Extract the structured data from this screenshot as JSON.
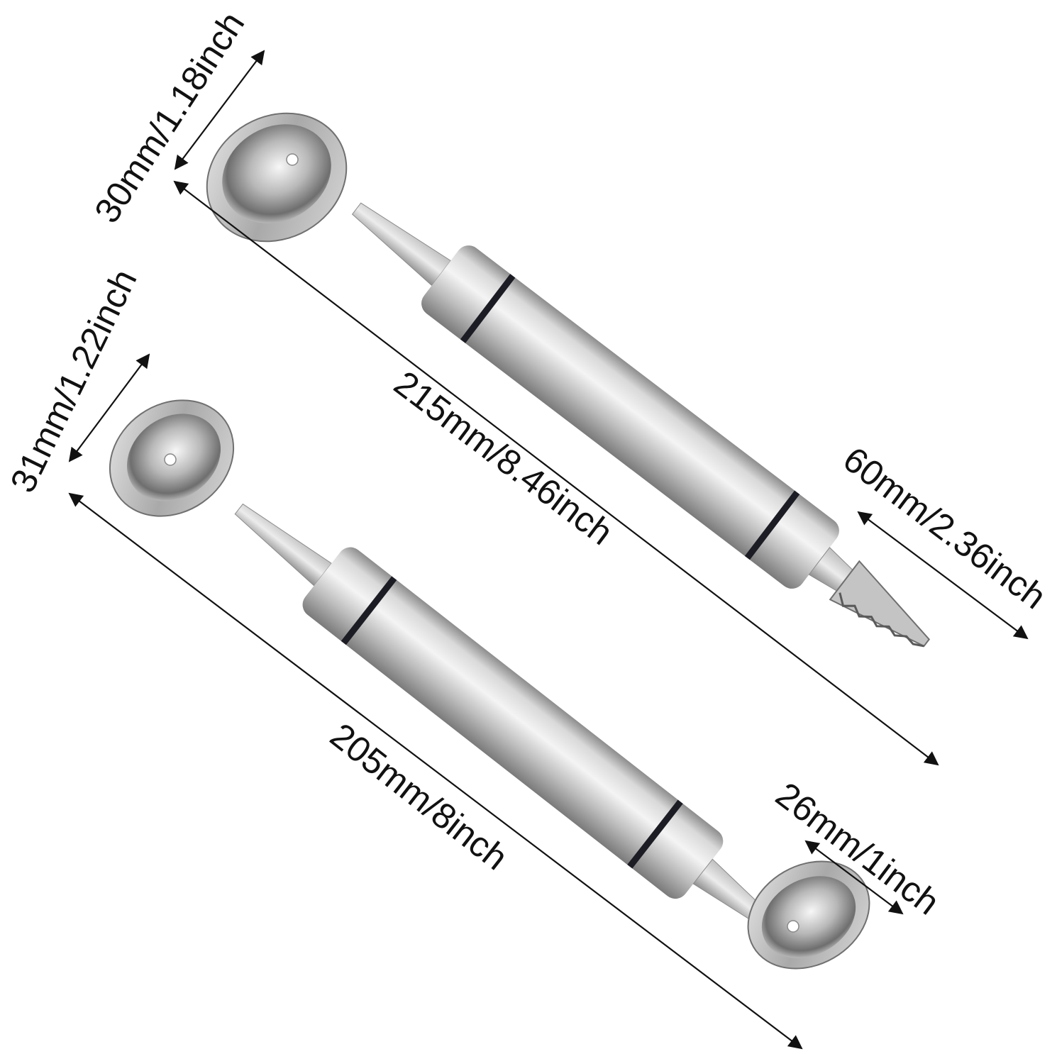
{
  "image": {
    "subject": "two stainless steel melon baller tools with dimension annotations",
    "background_color": "#ffffff",
    "metal_color": "#c9c9c9",
    "ring_color": "#1c1c24"
  },
  "dimensions": {
    "tool1_scoop_diameter": "30mm/1.18inch",
    "tool1_length": "215mm/8.46inch",
    "tool1_blade_length": "60mm/2.36inch",
    "tool2_scoop_large_diameter": "31mm/1.22inch",
    "tool2_length": "205mm/8inch",
    "tool2_scoop_small_diameter": "26mm/1inch"
  }
}
